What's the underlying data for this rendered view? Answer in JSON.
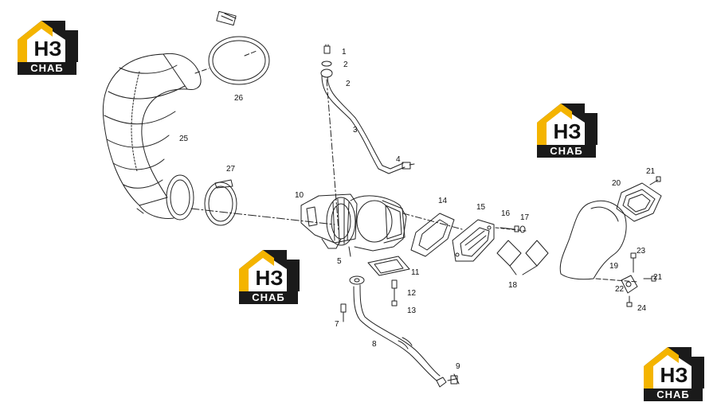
{
  "colors": {
    "logo_yellow": "#f4b400",
    "logo_dark": "#1a1a1a",
    "line": "#222222",
    "background": "#ffffff"
  },
  "logos": [
    {
      "mark": "НЗ",
      "brand": "СНАБ"
    },
    {
      "mark": "НЗ",
      "brand": "СНАБ"
    },
    {
      "mark": "НЗ",
      "brand": "СНАБ"
    },
    {
      "mark": "НЗ",
      "brand": "СНАБ"
    }
  ],
  "callouts": [
    "1",
    "2",
    "2",
    "3",
    "4",
    "5",
    "7",
    "8",
    "9",
    "10",
    "11",
    "12",
    "13",
    "14",
    "15",
    "16",
    "17",
    "18",
    "19",
    "20",
    "21",
    "21",
    "22",
    "23",
    "24",
    "25",
    "26",
    "27"
  ]
}
